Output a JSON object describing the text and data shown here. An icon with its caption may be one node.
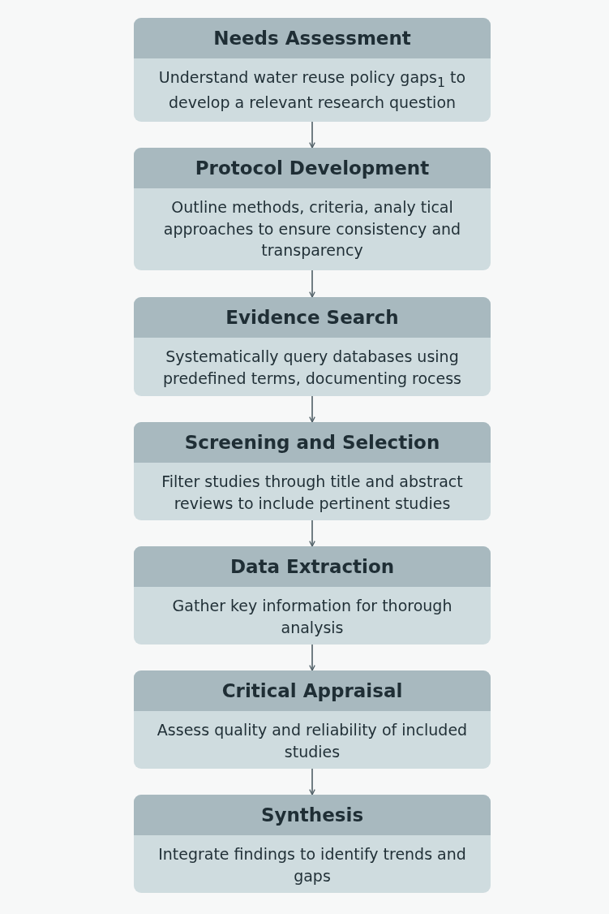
{
  "diagram": {
    "nodes": [
      {
        "text": [
          "Needs Assessment",
          "Understand water reuse policy gaps$_{1}$ to develop a relevant research question"
        ]
      },
      {
        "text": [
          "Protocol Development",
          "Outline methods, criteria, analy tical approaches to ensure consistency and transparency"
        ]
      },
      {
        "text": [
          "Evidence Search",
          "Systematically query databases using predefined terms, documenting rocess"
        ]
      },
      {
        "text": [
          "Screening and Selection",
          "Filter studies through title and abstract reviews to include pertinent studies"
        ]
      },
      {
        "text": [
          "Data Extraction",
          "Gather key information for thorough analysis"
        ]
      },
      {
        "text": [
          "Critical Appraisal",
          "Assess quality and reliability of included studies"
        ]
      },
      {
        "text": [
          "Synthesis",
          "Integrate findings to identify trends and gaps"
        ]
      }
    ],
    "edges": [
      {
        "from": 0,
        "to": 1,
        "arrow": "to"
      },
      {
        "from": 1,
        "to": 2,
        "arrow": "to"
      },
      {
        "from": 2,
        "to": 3,
        "arrow": "to"
      },
      {
        "from": 3,
        "to": 4,
        "arrow": "to"
      },
      {
        "from": 4,
        "to": 5,
        "arrow": "to"
      },
      {
        "from": 5,
        "to": 6,
        "arrow": "to"
      }
    ]
  }
}
